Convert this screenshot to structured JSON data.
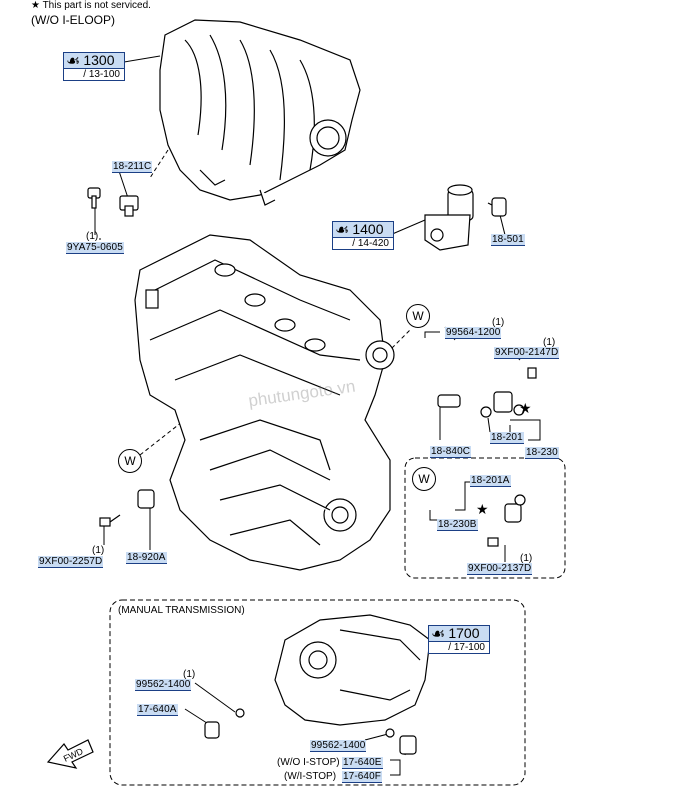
{
  "header": {
    "legend_symbol": "★",
    "legend_text": "This part is not serviced.",
    "variant": "(W/O I-ELOOP)"
  },
  "refs": [
    {
      "id": "ref-1300",
      "main": "1300",
      "sub": "/ 13-100"
    },
    {
      "id": "ref-1400",
      "main": "1400",
      "sub": "/ 14-420"
    },
    {
      "id": "ref-1700",
      "main": "1700",
      "sub": "/ 17-100"
    }
  ],
  "parts": {
    "p18_211c": "18-211C",
    "p9ya75_0605": "9YA75-0605",
    "p18_501": "18-501",
    "p99564_1200": "99564-1200",
    "p9xf00_2147d_top": "9XF00-2147D",
    "p18_840c": "18-840C",
    "p18_201": "18-201",
    "p18_230": "18-230",
    "p9xf00_2257d": "9XF00-2257D",
    "p18_920a": "18-920A",
    "p18_201a": "18-201A",
    "p18_230b": "18-230B",
    "p9xf00_2137d": "9XF00-2137D",
    "p99562_1400_a": "99562-1400",
    "p17_640a": "17-640A",
    "p99562_1400_b": "99562-1400",
    "p17_640e": "17-640E",
    "p17_640f": "17-640F"
  },
  "qty": "(1)",
  "w_mark": "W",
  "star": "★",
  "manual_transmission": "(MANUAL TRANSMISSION)",
  "wo_istop": "(W/O I-STOP)",
  "w_istop": "(W/I-STOP)",
  "fwd": "FWD",
  "watermark": "phutungoto.vn"
}
